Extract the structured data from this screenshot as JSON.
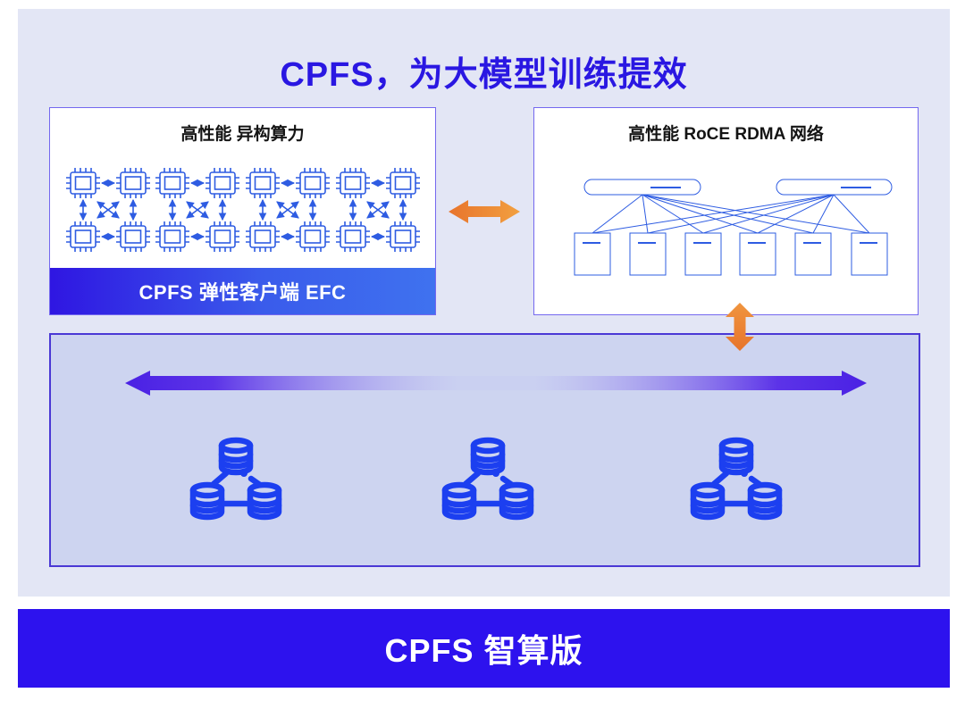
{
  "page": {
    "title": "CPFS，为大模型训练提效"
  },
  "compute_box": {
    "title": "高性能 异构算力",
    "client_bar_label": "CPFS 弹性客户端 EFC",
    "gpu_group_count": 4,
    "gpus_per_group": 4
  },
  "network_box": {
    "title": "高性能 RoCE RDMA 网络",
    "switch_count": 2,
    "server_count": 6
  },
  "storage_panel": {
    "cluster_count": 3
  },
  "footer": {
    "label": "CPFS 智算版"
  },
  "colors": {
    "title_text": "#2a17e2",
    "panel_bg": "#e3e6f5",
    "storage_panel_bg": "#cdd4f0",
    "storage_panel_border": "#4a38d5",
    "box_border": "#7468ef",
    "diagram_stroke_blue": "#2e5ce2",
    "storage_icon_blue": "#1c3ff0",
    "orange_arrow_start": "#e8772e",
    "orange_arrow_end": "#f29d3e",
    "bandwidth_arrow_violet": "#4a21e4",
    "efc_bar_gradient_start": "#2f16e2",
    "efc_bar_gradient_end": "#3f72ef",
    "footer_bg": "#2d12ee"
  },
  "icons": {
    "gpu_chip": "gpu-chip-icon (square chip with pins)",
    "gpu_interconnect": "double-headed-arrow-icon",
    "network_switch": "switch-pill-icon",
    "server_node": "server-rect-icon",
    "storage_cluster": "storage-cluster-icon (three linked database cylinders)",
    "compute_network_link": "orange-horizontal-double-arrow-icon",
    "network_storage_link": "orange-vertical-double-arrow-icon",
    "storage_bandwidth": "violet-gradient-double-arrow-icon"
  }
}
